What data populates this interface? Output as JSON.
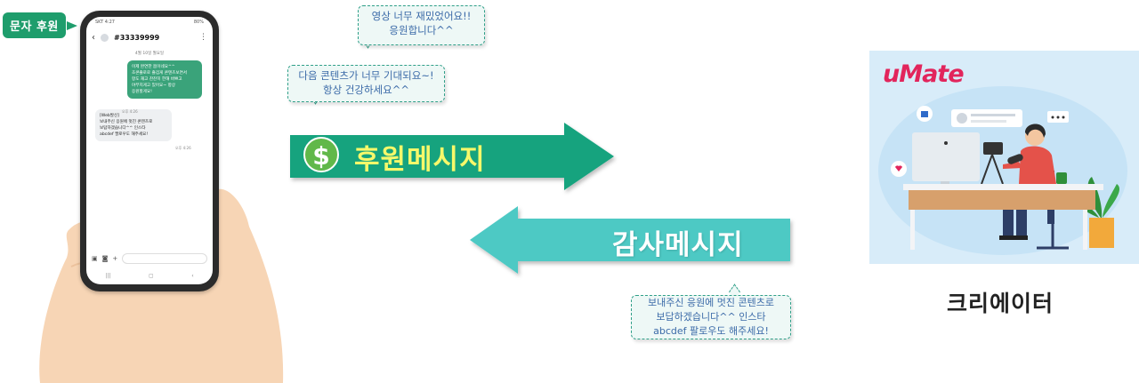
{
  "badge": {
    "label": "문자 후원"
  },
  "phone": {
    "status_time": "SKT 4:27",
    "status_right": "80%",
    "contact": "#33339999",
    "date_chip": "4월 10일 월요일",
    "outgoing_message": "이제 완연한 봄이네요^^\n초콘즐로로 즐겁게 콘텐츠보면서\n항도 재고 찬찬히 한해 바쁘고\n야무지게고 있어요~ 항상\n응원할게요!",
    "outgoing_time": "오후 4:26",
    "incoming_message": "[Web발신]\n보내주신 응원에 멋진 콘텐츠로\n보답하겠습니다^^ 인스타\nabcdef 팔로우도 해주세요!",
    "incoming_time": "오후 4:26"
  },
  "bubbles": [
    {
      "lines": [
        "영상 너무 재밌었어요!!",
        "응원합니다^^"
      ]
    },
    {
      "lines": [
        "다음 콘텐츠가 너무 기대되요~!",
        "항상 건강하세요^^"
      ]
    },
    {
      "lines": [
        "보내주신 응원에 멋진 콘텐츠로",
        "보답하겠습니다^^ 인스타",
        "abcdef 팔로우도 해주세요!"
      ]
    }
  ],
  "arrows": {
    "donate_label": "후원메시지",
    "thanks_label": "감사메시지",
    "dollar_symbol": "$"
  },
  "creator": {
    "brand": "uMate",
    "label": "크리에이터"
  },
  "colors": {
    "donate_arrow": "#13a37e",
    "thanks_arrow": "#4ec9c4",
    "badge": "#1e9d6c",
    "brand": "#e2255c",
    "bubble_text": "#3b6aa8"
  }
}
